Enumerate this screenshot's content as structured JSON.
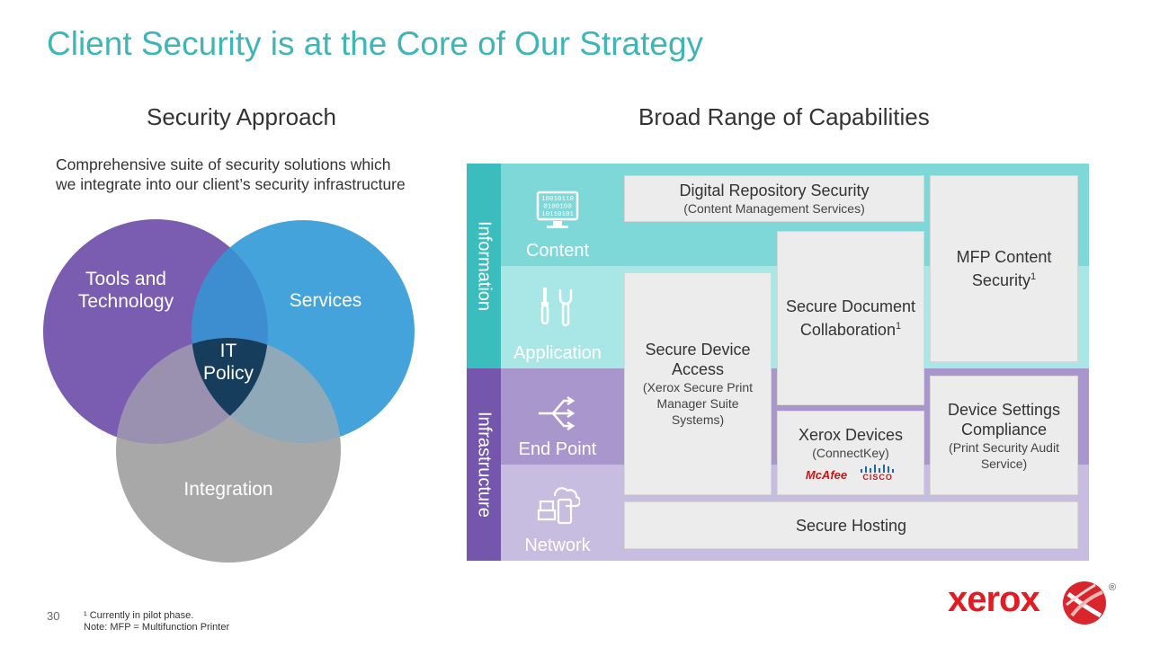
{
  "title": "Client Security is at the Core of Our Strategy",
  "left": {
    "heading": "Security Approach",
    "intro": [
      "Comprehensive suite of security solutions which",
      "we integrate into our client’s security infrastructure"
    ],
    "venn": {
      "tools": [
        "Tools and",
        "Technology"
      ],
      "services": "Services",
      "center": [
        "IT",
        "Policy"
      ],
      "integration": "Integration",
      "colors": {
        "tools": "#7a5cb0",
        "services": "#45a3dc",
        "integration": "#a8a8a8",
        "center": "#163d5c"
      }
    }
  },
  "right": {
    "heading": "Broad Range of Capabilities",
    "sections": {
      "information": "Information",
      "infrastructure": "Infrastructure"
    },
    "rows": {
      "content": "Content",
      "application": "Application",
      "endpoint": "End Point",
      "network": "Network"
    },
    "icon_binary": [
      "10010110",
      "0100100",
      "10110101"
    ],
    "boxes": {
      "digital_repo": {
        "title": "Digital Repository Security",
        "sub": "(Content Management Services)"
      },
      "mfp_content": {
        "title": [
          "MFP Content",
          "Security"
        ],
        "sup": "1"
      },
      "secure_doc": {
        "title": [
          "Secure Document",
          "Collaboration"
        ],
        "sup": "1"
      },
      "secure_device": {
        "title": [
          "Secure Device",
          "Access"
        ],
        "sub": [
          "(Xerox Secure Print",
          "Manager Suite",
          "Systems)"
        ]
      },
      "device_settings": {
        "title": [
          "Device Settings",
          "Compliance"
        ],
        "sub": [
          "(Print Security Audit",
          "Service)"
        ]
      },
      "xerox_devices": {
        "title": "Xerox Devices",
        "sub": "(ConnectKey)",
        "logos": [
          "McAfee",
          "CISCO"
        ]
      },
      "secure_hosting": {
        "title": "Secure Hosting"
      }
    },
    "colors": {
      "info_dark": "#3bbdbd",
      "content_row": "#7fd8d8",
      "application_row": "#a9e6e6",
      "infra_dark": "#7456ad",
      "endpoint_row": "#a896cc",
      "network_row": "#c7bde0"
    }
  },
  "footer": {
    "page_number": "30",
    "footnote1": "¹ Currently in pilot phase.",
    "footnote2": "Note: MFP = Multifunction Printer",
    "brand": "xerox",
    "registered": "®"
  }
}
